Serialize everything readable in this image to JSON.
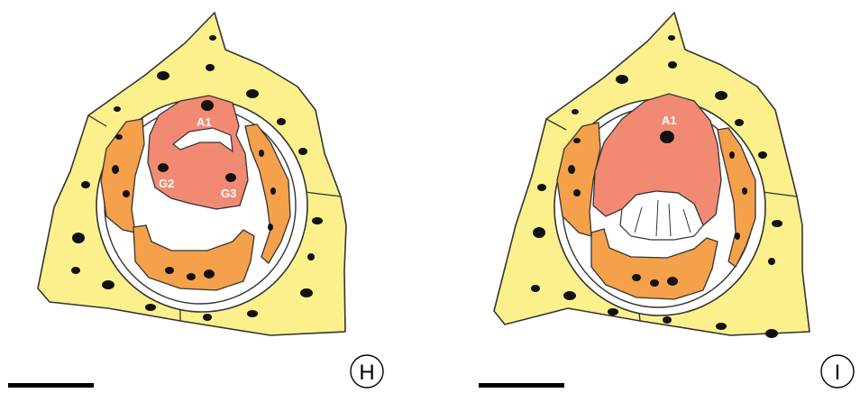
{
  "colors": {
    "outer_tissue": "#FBF08C",
    "inner_ring": "#F5A04A",
    "central_cell": "#F28A73",
    "nucleus": "#111111",
    "outline": "#333333",
    "background": "#ffffff"
  },
  "panels": [
    {
      "id": "H",
      "letter": "H",
      "labels": [
        "A1",
        "G2",
        "G3"
      ]
    },
    {
      "id": "I",
      "letter": "I",
      "labels": [
        "A1"
      ]
    }
  ]
}
